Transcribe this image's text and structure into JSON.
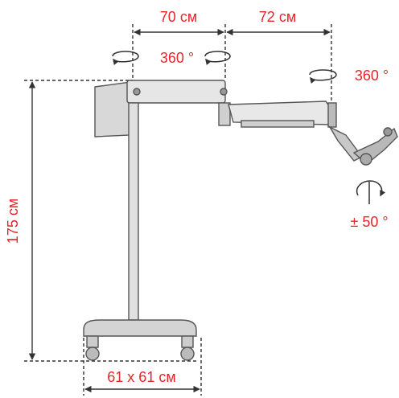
{
  "labels": {
    "arm1_length": "70 см",
    "arm2_length": "72 см",
    "rotation_arm1": "360 °",
    "rotation_arm2": "360 °",
    "height": "175 см",
    "tilt": "± 50 °",
    "base_size": "61 x 61 см"
  },
  "colors": {
    "label": "#e3262b",
    "line": "#333333",
    "body_fill": "#d8d8d8",
    "body_stroke": "#555555"
  }
}
